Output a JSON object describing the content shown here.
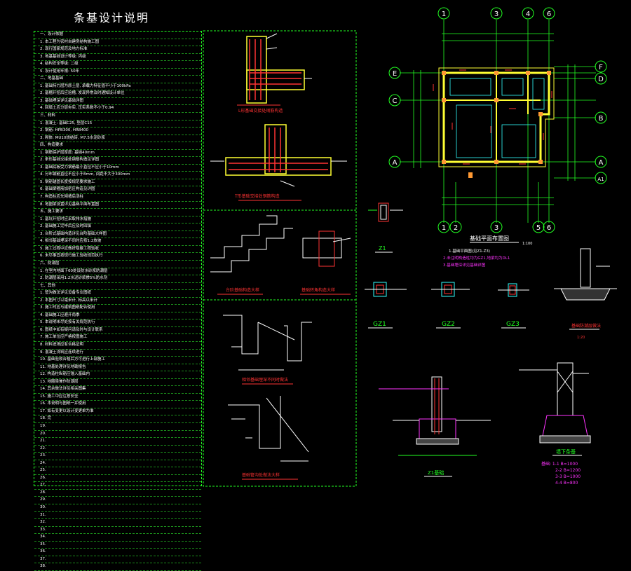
{
  "title": "条基设计说明",
  "notes": [
    "一、设计依据",
    "1. 本工程为农村自建房结构施工图",
    "2. 现行国家规范及地方标准",
    "3. 地基基础设计等级: 丙级",
    "4. 结构安全等级: 二级",
    "5. 设计使用年限: 50年",
    "二、地基基础",
    "1. 基础持力层为原土层, 承载力特征值不小于100kPa",
    "2. 基槽开挖后应验槽, 发现异常及时通知设计单位",
    "3. 基础埋深详见基础详图",
    "4. 回填土应分层夯实, 压实系数不小于0.94",
    "三、材料",
    "1. 混凝土: 基础C25, 垫层C15",
    "2. 钢筋: HPB300, HRB400",
    "3. 砌体: MU10烧结砖, M7.5水泥砂浆",
    "四、构造要求",
    "1. 钢筋保护层厚度: 基础40mm",
    "2. 条形基础交接处钢筋构造见详图",
    "3. 基础底板受力钢筋最小直径不应小于10mm",
    "4. 分布钢筋直径不应小于8mm, 间距不大于300mm",
    "5. 钢筋锚固长度按规范要求施工",
    "6. 基础梁箍筋加密区构造见详图",
    "7. 构造柱应先砌墙后浇柱",
    "8. 地圈梁设置详见基础平面布置图",
    "五、施工要求",
    "1. 基坑开挖时应采取排水措施",
    "2. 基础施工完毕后应及时回填",
    "3. 台阶式基础构造详见台阶基础大样图",
    "4. 相邻基础埋深不同时应按1:2放坡",
    "5. 施工过程中应做好隐蔽工程验收",
    "6. 未尽事宜按现行施工验收规范执行",
    "六、防潮层",
    "1. 在室内地面下60处设防水砂浆防潮层",
    "2. 防潮层采用1:2水泥砂浆掺5%防水剂",
    "七、其他",
    "1. 管沟做法详见设备专业图纸",
    "2. 本图尺寸以毫米计, 标高以米计",
    "3. 施工时应与建筑图纸配合使用",
    "4. 基础施工应避开雨季",
    "5. 本说明未尽处按有关规范执行",
    "6. 图纸中如有疑问请及时与设计联系",
    "7. 施工单位应严格按图施工",
    "8. 材料进场应有合格证明",
    "9. 混凝土浇筑应连续进行",
    "10. 基础验收合格后方可进行上部施工",
    "11. 地基处理详见地勘报告",
    "12. 构造柱纵筋应锚入基础内",
    "13. 地圈梁兼作防潮层",
    "14. 其余做法详见相关图集",
    "15. 施工中应注意安全",
    "16. 本说明与图纸一并使用",
    "17. 如有变更以设计变更单为准",
    "18. 完",
    "19.",
    "20.",
    "21.",
    "22.",
    "23.",
    "24.",
    "25.",
    "26.",
    "27.",
    "28.",
    "29.",
    "30.",
    "31.",
    "32.",
    "33.",
    "34.",
    "35.",
    "36.",
    "37.",
    "38."
  ],
  "details": {
    "d1": "L形基础交接处钢筋构造",
    "d2": "T形基础交接处钢筋构造",
    "d3": "台阶基础构造大样",
    "d4": "基础转角构造大样",
    "d5": "相邻基础埋深不同时做法",
    "d6": "基础管沟处做法大样"
  },
  "plan": {
    "title": "基础平面布置图",
    "scale": "1:100",
    "note1": "1.基础平面图(见Z1-Z3)",
    "note2": "2.未注明构造柱均为GZ1,地梁均为DL1",
    "note3": "3.基础埋深详见基础详图",
    "grid_top": [
      "1",
      "3",
      "4",
      "6"
    ],
    "grid_bottom": [
      "1",
      "2",
      "3",
      "5",
      "6"
    ],
    "grid_left": [
      "E",
      "C",
      "A"
    ],
    "grid_right": [
      "F",
      "D",
      "B",
      "A",
      "A1"
    ]
  },
  "columns": {
    "z1": "Z1",
    "gz1": "GZ1",
    "gz2": "GZ2",
    "gz3": "GZ3",
    "z1_detail": "Z1基础",
    "strip_detail": "墙下条基",
    "damp": "基础防潮层做法",
    "scale": "1:20"
  },
  "legend": {
    "a": "基础: 1-1 B=1000",
    "b": "2-2 B=1200",
    "c": "3-3 B=1000",
    "d": "4-4 B=800"
  },
  "colors": {
    "grid": "#22ff22",
    "wall": "#ffff33",
    "rebar": "#ff3333",
    "label": "#ff33ff",
    "text": "#ffffff",
    "dim": "#33ffff"
  }
}
